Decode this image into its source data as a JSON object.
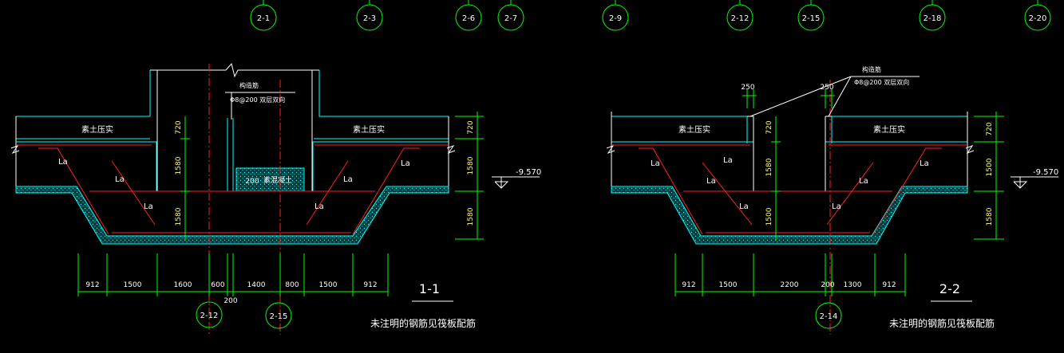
{
  "axis_bubbles": [
    {
      "label": "2-1"
    },
    {
      "label": "2-3"
    },
    {
      "label": "2-6"
    },
    {
      "label": "2-7"
    },
    {
      "label": "2-9"
    },
    {
      "label": "2-12"
    },
    {
      "label": "2-15"
    },
    {
      "label": "2-18"
    },
    {
      "label": "2-20"
    }
  ],
  "section_1": {
    "title": "1-1",
    "note": "未注明的钢筋见筏板配筋",
    "fill_label_left": "素土压实",
    "fill_label_right": "素土压实",
    "concrete_label": "素混凝土",
    "rebar_label_title": "构造筋",
    "rebar_label_spec": "Φ8@200 双层双向",
    "anchor_label": "La",
    "dim_small": "200",
    "level": "-9.570",
    "vertical_dims": [
      "720",
      "1580",
      "1580"
    ],
    "inner_vertical_dims": [
      "720",
      "1580",
      "1580"
    ],
    "inner_height": "200",
    "bottom_dims": [
      "912",
      "1500",
      "1600",
      "600",
      "1400",
      "800",
      "1500",
      "912"
    ],
    "bottom_extra": "200",
    "bottom_bubbles": [
      {
        "label": "2-12"
      },
      {
        "label": "2-15"
      }
    ]
  },
  "section_2": {
    "title": "2-2",
    "note": "未注明的钢筋见筏板配筋",
    "fill_label_left": "素土压实",
    "fill_label_right": "素土压实",
    "rebar_label_title": "构造筋",
    "rebar_label_spec": "Φ8@200 双层双向",
    "anchor_label": "La",
    "top_dims": [
      "250",
      "250"
    ],
    "level": "-9.570",
    "vertical_dims": [
      "720",
      "1500",
      "1580"
    ],
    "inner_vertical_dims": [
      "720",
      "1580",
      "1500"
    ],
    "bottom_dims": [
      "912",
      "1500",
      "2200",
      "200",
      "1300",
      "912"
    ],
    "bottom_bubbles": [
      {
        "label": "2-14"
      }
    ]
  }
}
